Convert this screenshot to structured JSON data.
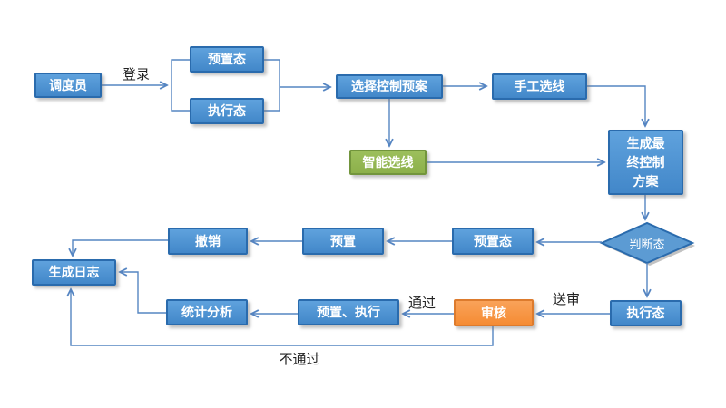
{
  "colors": {
    "node_fill": "#4C94D6",
    "node_border": "#2A6BAD",
    "green_fill": "#95B954",
    "green_border": "#72953C",
    "orange_fill": "#F79646",
    "orange_border": "#DD7B2D",
    "connector": "#5585C2",
    "node_text": "#FFFFFF",
    "edge_label_text": "#222222"
  },
  "nodes": [
    {
      "id": "dispatcher",
      "label": "调度员",
      "shape": "rect",
      "color": "blue"
    },
    {
      "id": "preset-state-top",
      "label": "预置态",
      "shape": "rect",
      "color": "blue"
    },
    {
      "id": "exec-state-top",
      "label": "执行态",
      "shape": "rect",
      "color": "blue"
    },
    {
      "id": "select-plan",
      "label": "选择控制预案",
      "shape": "rect",
      "color": "blue"
    },
    {
      "id": "manual-line",
      "label": "手工选线",
      "shape": "rect",
      "color": "blue"
    },
    {
      "id": "final-plan",
      "label": "生成最终控制方案",
      "shape": "rect",
      "color": "blue"
    },
    {
      "id": "smart-line",
      "label": "智能选线",
      "shape": "rect",
      "color": "green"
    },
    {
      "id": "judge-state",
      "label": "判断态",
      "shape": "diamond",
      "color": "blue"
    },
    {
      "id": "preset-state-bottom",
      "label": "预置态",
      "shape": "rect",
      "color": "blue"
    },
    {
      "id": "preset",
      "label": "预置",
      "shape": "rect",
      "color": "blue"
    },
    {
      "id": "undo",
      "label": "撤销",
      "shape": "rect",
      "color": "blue"
    },
    {
      "id": "generate-log",
      "label": "生成日志",
      "shape": "rect",
      "color": "blue"
    },
    {
      "id": "stats-analysis",
      "label": "统计分析",
      "shape": "rect",
      "color": "blue"
    },
    {
      "id": "preset-exec",
      "label": "预置、执行",
      "shape": "rect",
      "color": "blue"
    },
    {
      "id": "review",
      "label": "审核",
      "shape": "rect",
      "color": "orange"
    },
    {
      "id": "exec-state-bottom",
      "label": "执行态",
      "shape": "rect",
      "color": "blue"
    }
  ],
  "edge_labels": [
    {
      "id": "login",
      "text": "登录"
    },
    {
      "id": "pass",
      "text": "通过"
    },
    {
      "id": "submit-review",
      "text": "送审"
    },
    {
      "id": "not-pass",
      "text": "不通过"
    }
  ]
}
